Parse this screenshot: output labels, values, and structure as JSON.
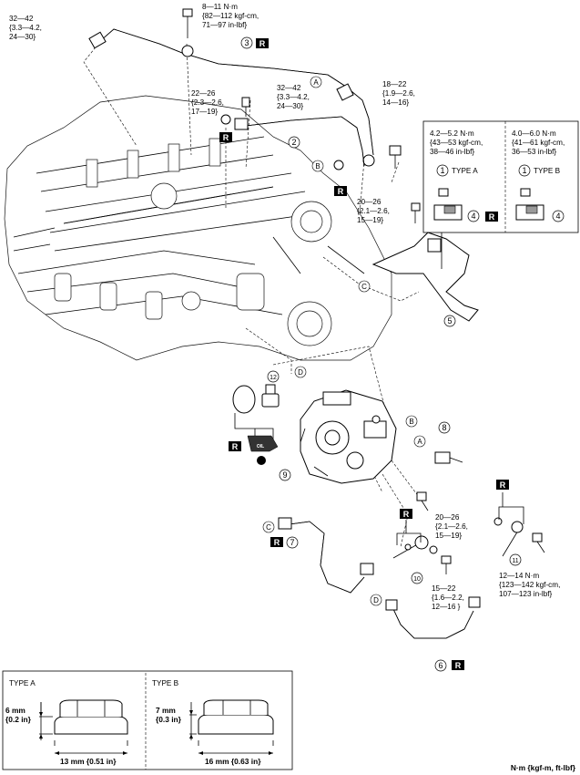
{
  "torque_specs": {
    "top_bolt": [
      "8—11 N·m",
      "{82—112 kgf-cm,",
      "71—97 in-lbf}"
    ],
    "pipe_left": [
      "32—42",
      "{3.3—4.2,",
      "24—30}"
    ],
    "pipe_right": [
      "32—42",
      "{3.3—4.2,",
      "24—30}"
    ],
    "clamp_bolt": [
      "22—26",
      "{2.3—2.6,",
      "17—19}"
    ],
    "fitting_bolt": [
      "18—22",
      "{1.9—2.6,",
      "14—16}"
    ],
    "bracket_bolt": [
      "20—26",
      "{2.1—2.6,",
      "15—19}"
    ],
    "pump_bolt": [
      "20—26",
      "{2.1—2.6,",
      "15—19}"
    ],
    "banjo_bolt": [
      "15—22",
      "{1.6—2.2,",
      "12—16 }"
    ],
    "return_bolt": [
      "12—14 N·m",
      "{123—142 kgf-cm,",
      "107—123 in-lbf}"
    ],
    "type_a_nut": [
      "4.2—5.2 N·m",
      "{43—53 kgf-cm,",
      "38—46 in-lbf}"
    ],
    "type_b_nut": [
      "4.0—6.0 N·m",
      "{41—61 kgf-cm,",
      "36—53 in-lbf}"
    ]
  },
  "callouts": {
    "n1": "1",
    "n2": "2",
    "n3": "3",
    "n4": "4",
    "n5": "5",
    "n6": "6",
    "n7": "7",
    "n8": "8",
    "n9": "9",
    "n10": "10",
    "n11": "11",
    "n12": "12",
    "A": "A",
    "B": "B",
    "C": "C",
    "D": "D"
  },
  "replace_mark": "R",
  "oil_mark": "OIL",
  "type_a_label": "TYPE A",
  "type_b_label": "TYPE B",
  "nut_dims": {
    "type_a": {
      "title": "TYPE A",
      "height": [
        "6 mm",
        "{0.2 in}"
      ],
      "width": "13 mm {0.51 in}"
    },
    "type_b": {
      "title": "TYPE B",
      "height": [
        "7 mm",
        "{0.3 in}"
      ],
      "width": "16 mm {0.63 in}"
    }
  },
  "unit_legend": "N·m {kgf-m, ft-lbf}"
}
